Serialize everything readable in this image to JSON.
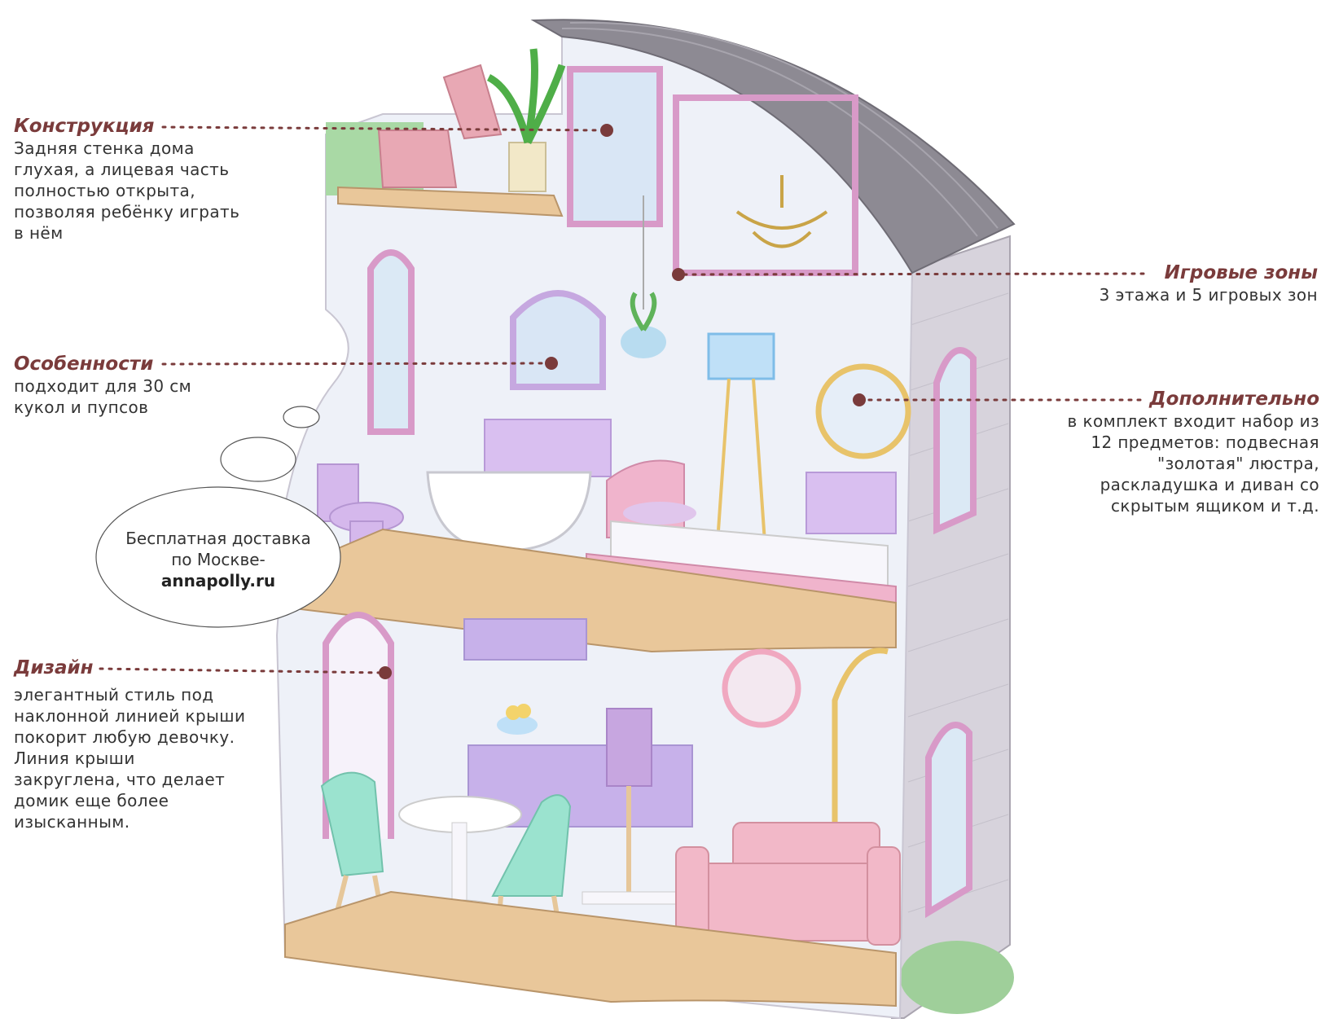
{
  "callouts": {
    "construction": {
      "title": "Конструкция",
      "text": "Задняя стенка дома глухая, а лицевая часть полностью открыта, позволяя ребёнку играть в нём"
    },
    "features": {
      "title": "Особенности",
      "text": "подходит для 30 см кукол и пупсов"
    },
    "design": {
      "title": "Дизайн",
      "text": "элегантный стиль под наклонной линией крыши покорит любую девочку. Линия крыши закруглена, что делает домик еще более изысканным."
    },
    "play_zones": {
      "title": "Игровые зоны",
      "text": "3 этажа и 5 игровых зон"
    },
    "extra": {
      "title": "Дополнительно",
      "text": "в комплект входит набор из 12 предметов: подвесная \"золотая\" люстра, раскладушка и диван со скрытым ящиком и т.д."
    }
  },
  "promo": {
    "line1": "Бесплатная доставка",
    "line2": "по Москве-",
    "site": "annapolly.ru"
  },
  "colors": {
    "accent": "#7a3b3b",
    "wall_pink": "#d89ac8",
    "roof_gray": "#8d8a93",
    "floor_wood": "#e9c79a"
  }
}
